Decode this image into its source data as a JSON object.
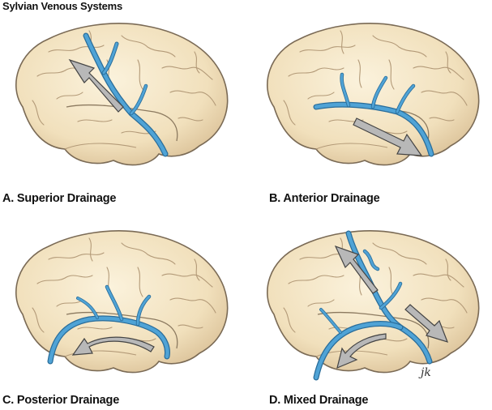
{
  "title": "Sylvian Venous Systems",
  "panels": [
    {
      "caption": "A. Superior Drainage"
    },
    {
      "caption": "B. Anterior Drainage"
    },
    {
      "caption": "C. Posterior Drainage"
    },
    {
      "caption": "D. Mixed Drainage"
    }
  ],
  "colors": {
    "brain_fill": "#f3e4c4",
    "brain_outline": "#7a6a55",
    "vein": "#4fa3d6",
    "vein_outline": "#2a6d9a",
    "arrow_fill": "#b8b8b8",
    "arrow_outline": "#444444"
  },
  "signature": "jk"
}
